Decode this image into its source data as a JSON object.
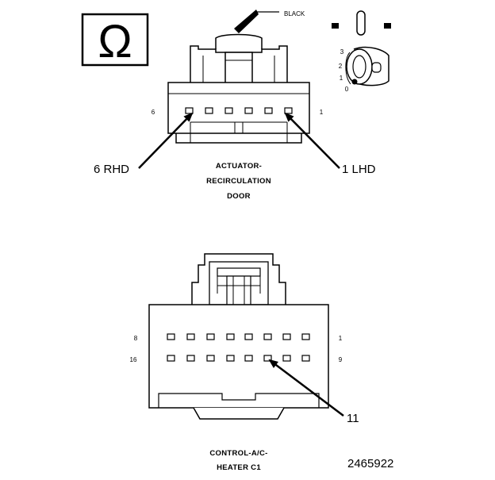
{
  "connector_1": {
    "color_label": "BLACK",
    "pin_left": "6",
    "pin_right": "1",
    "callout_left": "6 RHD",
    "callout_right": "1 LHD",
    "caption_line1": "ACTUATOR-",
    "caption_line2": "RECIRCULATION",
    "caption_line3": "DOOR"
  },
  "connector_2": {
    "row1_left": "8",
    "row1_right": "1",
    "row2_left": "16",
    "row2_right": "9",
    "callout": "11",
    "caption_line1": "CONTROL-A/C-",
    "caption_line2": "HEATER C1"
  },
  "key_switch": {
    "positions": [
      "3",
      "2",
      "1",
      "0"
    ]
  },
  "figure_id": "2465922",
  "symbols": {
    "omega_glyph": "Ω"
  }
}
